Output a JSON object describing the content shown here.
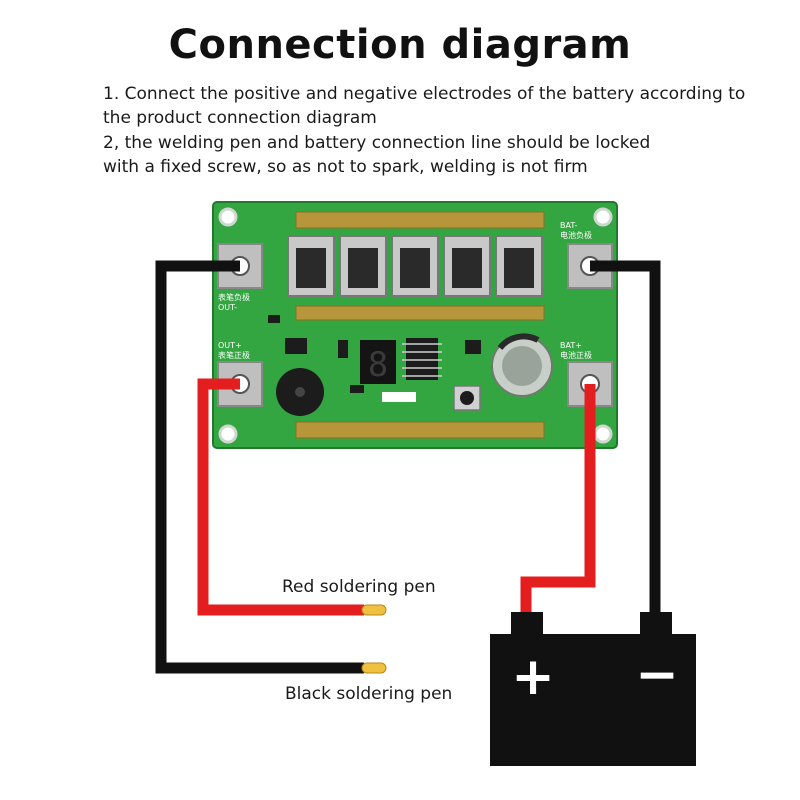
{
  "title": "Connection diagram",
  "instructions": [
    "1. Connect the positive and negative electrodes of the battery according to",
    "the product connection diagram",
    "2, the welding pen and battery connection line should be locked",
    "with a fixed screw, so as not to spark, welding is not firm"
  ],
  "labels": {
    "red_pen": "Red soldering pen",
    "black_pen": "Black soldering pen"
  },
  "pcb": {
    "pen_negative": "表笔负极",
    "pen_negative_code": "OUT-",
    "pen_positive": "表笔正极",
    "pen_positive_code": "OUT+",
    "battery_negative": "电池负极",
    "battery_negative_code": "BAT-",
    "battery_positive": "电池正极",
    "battery_positive_code": "BAT+",
    "display_digit": "8"
  },
  "battery": {
    "plus": "+",
    "minus": "−"
  },
  "colors": {
    "red_wire": "#e41e1e",
    "black_wire": "#111111",
    "pcb_green": "#2f9e3c",
    "battery_body": "#111111"
  }
}
